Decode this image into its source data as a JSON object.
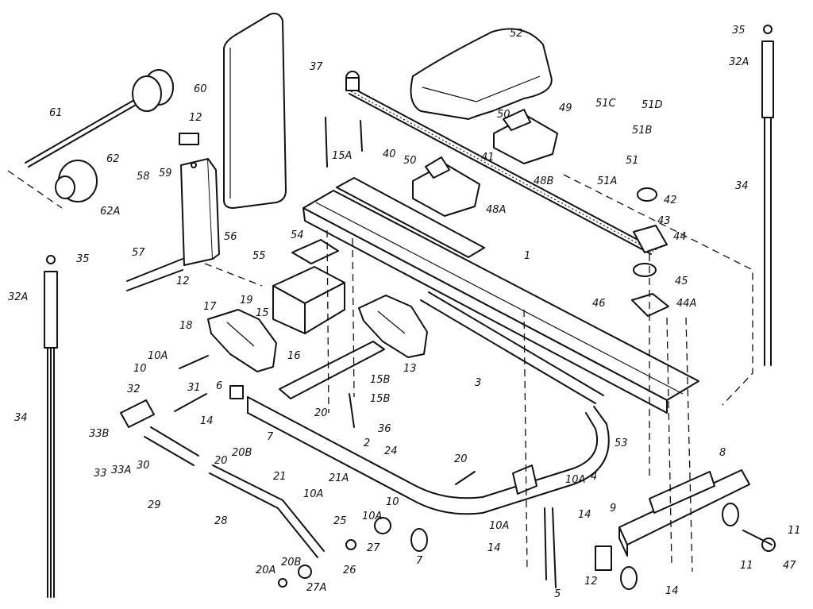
{
  "diagram": {
    "parts": [
      {
        "id": "p1",
        "label": "1"
      },
      {
        "id": "p2",
        "label": "2"
      },
      {
        "id": "p3",
        "label": "3"
      },
      {
        "id": "p4",
        "label": "4"
      },
      {
        "id": "p5",
        "label": "5"
      },
      {
        "id": "p6",
        "label": "6"
      },
      {
        "id": "p7a",
        "label": "7"
      },
      {
        "id": "p7b",
        "label": "7"
      },
      {
        "id": "p8",
        "label": "8"
      },
      {
        "id": "p9",
        "label": "9"
      },
      {
        "id": "p10a",
        "label": "10"
      },
      {
        "id": "p10b",
        "label": "10"
      },
      {
        "id": "p10A1",
        "label": "10A"
      },
      {
        "id": "p10A2",
        "label": "10A"
      },
      {
        "id": "p10A3",
        "label": "10A"
      },
      {
        "id": "p10A4",
        "label": "10A"
      },
      {
        "id": "p10A5",
        "label": "10A"
      },
      {
        "id": "p11a",
        "label": "11"
      },
      {
        "id": "p11b",
        "label": "11"
      },
      {
        "id": "p12a",
        "label": "12"
      },
      {
        "id": "p12b",
        "label": "12"
      },
      {
        "id": "p12c",
        "label": "12"
      },
      {
        "id": "p13",
        "label": "13"
      },
      {
        "id": "p14a",
        "label": "14"
      },
      {
        "id": "p14b",
        "label": "14"
      },
      {
        "id": "p14c",
        "label": "14"
      },
      {
        "id": "p14d",
        "label": "14"
      },
      {
        "id": "p15",
        "label": "15"
      },
      {
        "id": "p15A",
        "label": "15A"
      },
      {
        "id": "p15Ba",
        "label": "15B"
      },
      {
        "id": "p15Bb",
        "label": "15B"
      },
      {
        "id": "p16",
        "label": "16"
      },
      {
        "id": "p17",
        "label": "17"
      },
      {
        "id": "p18",
        "label": "18"
      },
      {
        "id": "p19",
        "label": "19"
      },
      {
        "id": "p20a",
        "label": "20"
      },
      {
        "id": "p20b",
        "label": "20"
      },
      {
        "id": "p20c",
        "label": "20"
      },
      {
        "id": "p20A",
        "label": "20A"
      },
      {
        "id": "p20Ba",
        "label": "20B"
      },
      {
        "id": "p20Bb",
        "label": "20B"
      },
      {
        "id": "p21",
        "label": "21"
      },
      {
        "id": "p21A",
        "label": "21A"
      },
      {
        "id": "p24",
        "label": "24"
      },
      {
        "id": "p25",
        "label": "25"
      },
      {
        "id": "p26",
        "label": "26"
      },
      {
        "id": "p27",
        "label": "27"
      },
      {
        "id": "p27A",
        "label": "27A"
      },
      {
        "id": "p28",
        "label": "28"
      },
      {
        "id": "p29",
        "label": "29"
      },
      {
        "id": "p30",
        "label": "30"
      },
      {
        "id": "p31",
        "label": "31"
      },
      {
        "id": "p32",
        "label": "32"
      },
      {
        "id": "p32Aa",
        "label": "32A"
      },
      {
        "id": "p32Ab",
        "label": "32A"
      },
      {
        "id": "p33",
        "label": "33"
      },
      {
        "id": "p33A",
        "label": "33A"
      },
      {
        "id": "p33B",
        "label": "33B"
      },
      {
        "id": "p34a",
        "label": "34"
      },
      {
        "id": "p34b",
        "label": "34"
      },
      {
        "id": "p35a",
        "label": "35"
      },
      {
        "id": "p35b",
        "label": "35"
      },
      {
        "id": "p36",
        "label": "36"
      },
      {
        "id": "p37",
        "label": "37"
      },
      {
        "id": "p40",
        "label": "40"
      },
      {
        "id": "p41",
        "label": "41"
      },
      {
        "id": "p42",
        "label": "42"
      },
      {
        "id": "p43",
        "label": "43"
      },
      {
        "id": "p44",
        "label": "44"
      },
      {
        "id": "p44A",
        "label": "44A"
      },
      {
        "id": "p45",
        "label": "45"
      },
      {
        "id": "p46",
        "label": "46"
      },
      {
        "id": "p47",
        "label": "47"
      },
      {
        "id": "p48A",
        "label": "48A"
      },
      {
        "id": "p48B",
        "label": "48B"
      },
      {
        "id": "p49",
        "label": "49"
      },
      {
        "id": "p50",
        "label": "50"
      },
      {
        "id": "p50b",
        "label": "50"
      },
      {
        "id": "p51",
        "label": "51"
      },
      {
        "id": "p51A",
        "label": "51A"
      },
      {
        "id": "p51B",
        "label": "51B"
      },
      {
        "id": "p51C",
        "label": "51C"
      },
      {
        "id": "p51D",
        "label": "51D"
      },
      {
        "id": "p52",
        "label": "52"
      },
      {
        "id": "p53",
        "label": "53"
      },
      {
        "id": "p54",
        "label": "54"
      },
      {
        "id": "p55",
        "label": "55"
      },
      {
        "id": "p56",
        "label": "56"
      },
      {
        "id": "p57",
        "label": "57"
      },
      {
        "id": "p58",
        "label": "58"
      },
      {
        "id": "p59",
        "label": "59"
      },
      {
        "id": "p60",
        "label": "60"
      },
      {
        "id": "p61",
        "label": "61"
      },
      {
        "id": "p62",
        "label": "62"
      },
      {
        "id": "p62A",
        "label": "62A"
      }
    ]
  }
}
